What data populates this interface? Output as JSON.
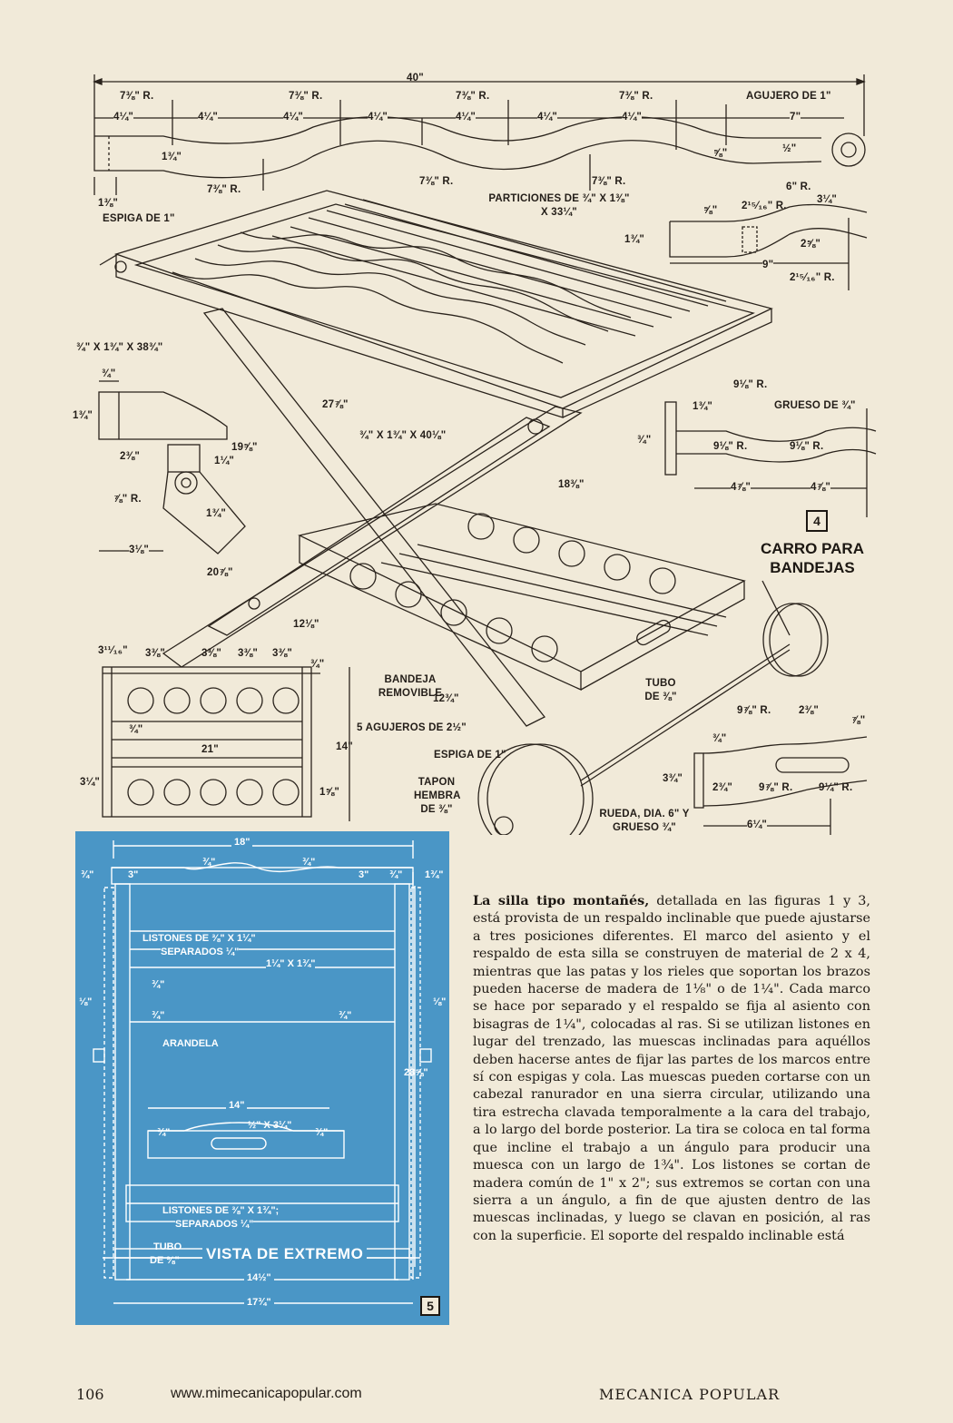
{
  "page": {
    "page_number": "106",
    "website": "www.mimecanicapopular.com",
    "magazine": "MECANICA POPULAR"
  },
  "figure4": {
    "number": "4",
    "title": "CARRO PARA BANDEJAS",
    "top_rail": {
      "overall": "40\"",
      "radius_top": [
        "7⅜\" R.",
        "7⅜\" R.",
        "7⅜\" R.",
        "7⅜\" R."
      ],
      "spacing": [
        "4¼\"",
        "4¼\"",
        "4¼\"",
        "4¼\"",
        "4¼\"",
        "4¼\"",
        "4¼\""
      ],
      "hole": "AGUJERO DE 1\"",
      "end_length": "7\"",
      "height": "1¾\"",
      "end_width": "1⅜\"",
      "radius_bottom": [
        "7⅜\" R.",
        "7⅜\" R.",
        "7⅜\" R."
      ],
      "five_eighths": "⅝\"",
      "half": "½\"",
      "six": "6\" R."
    },
    "end_detail": {
      "a": "⅝\"",
      "b": "2¹⁵⁄₁₆\" R.",
      "c": "3¼\"",
      "d": "1¾\"",
      "e": "2⅝\"",
      "f": "9\"",
      "g": "2¹⁵⁄₁₆\" R."
    },
    "labels": {
      "partitions": "PARTICIONES DE ¾\" X 1⅜\" X 33¼\"",
      "dowel_top": "ESPIGA DE 1\"",
      "leg_a": "¾\" X 1¾\" X 38¾\"",
      "leg_b": "¾\" X 1¾\" X 40⅛\"",
      "d_27": "27⅞\"",
      "d_19": "19⅝\"",
      "d_18": "18⅜\"",
      "d_20": "20⅞\"",
      "d_12a": "12⅛\"",
      "d_12b": "12¾\"",
      "tray": "BANDEJA REMOVIBLE",
      "holes": "5 AGUJEROS DE 2½\"",
      "dowel_bottom": "ESPIGA DE 1\"",
      "tube": "TUBO DE ⅜\"",
      "cap": "TAPON HEMBRA DE ⅜\"",
      "wheel": "RUEDA, DIA. 6\" Y GRUESO ¾\""
    },
    "leg_detail": {
      "a": "¾\"",
      "b": "1¾\"",
      "c": "2⅜\"",
      "d": "1¼\"",
      "e": "⅞\" R.",
      "f": "1¾\"",
      "g": "3⅛\""
    },
    "side_detail": {
      "r1": "9⅛\" R.",
      "thick": "GRUESO DE ¾\"",
      "a": "1¾\"",
      "b": "¾\"",
      "r2": "9⅛\" R.",
      "r3": "9⅛\" R.",
      "c": "4⅞\"",
      "d": "4⅞\""
    },
    "tray_plan": {
      "a": "3¹¹⁄₁₆\"",
      "sp": [
        "3⅜\"",
        "3⅜\"",
        "3⅜\"",
        "3⅜\""
      ],
      "b": "¾\"",
      "c": "¾\"",
      "width": "21\"",
      "depth": "14\"",
      "d": "3¼\"",
      "e": "1⅝\""
    },
    "handle_detail": {
      "r1": "9⅞\" R.",
      "a": "2⅜\"",
      "b": "⅞\"",
      "c": "¾\"",
      "d": "3¾\"",
      "e": "2¾\"",
      "r2": "9⅞\" R.",
      "r3": "9¼\" R.",
      "f": "6¼\""
    }
  },
  "figure5": {
    "number": "5",
    "title": "VISTA DE EXTREMO",
    "labels": {
      "w18": "18\"",
      "a": "¾\"",
      "b": "¾\"",
      "c": "¾\"",
      "d": "3\"",
      "e": "3\"",
      "f": "¾\"",
      "g": "1¾\"",
      "slats_top": "LISTONES DE ⅜\" X 1¼\"",
      "slats_top2": "SEPARADOS ¼\"",
      "frame": "1¼\" X 1¾\"",
      "h": "¾\"",
      "i": "⅛\"",
      "j": "¾\"",
      "k": "¾\"",
      "l": "⅛\"",
      "washer": "ARANDELA",
      "height": "28⅝\"",
      "w14": "14\"",
      "handle": "½\" X 3¼\"",
      "m": "¾\"",
      "n": "¾\"",
      "slats_bottom": "LISTONES DE ⅜\" X 1¾\";",
      "slats_bottom2": "SEPARADOS ¼\"",
      "tube": "TUBO",
      "tube2": "DE ⅜\"",
      "w14b": "14½\"",
      "w17": "17¾\""
    }
  },
  "article": {
    "lead": "La silla tipo montañés,",
    "text": " detallada en las figuras 1 y 3, está provista de un respaldo inclinable que puede ajustarse a tres posiciones diferentes. El marco del asiento y el respaldo de esta silla se construyen de material de 2 x 4, mientras que las patas y los rieles que soportan los brazos pueden hacerse de madera de 1⅛\" o de 1¼\". Cada marco se hace por separado y el respaldo se fija al asiento con bisagras de 1¼\", colocadas al ras. Si se utilizan listones en lugar del trenzado, las muescas inclinadas para aquéllos deben hacerse antes de fijar las partes de los marcos entre sí con espigas y cola. Las muescas pueden cortarse con un cabezal ranurador en una sierra circular, utilizando una tira estrecha clavada temporalmente a la cara del trabajo, a lo largo del borde posterior. La tira se coloca en tal forma que incline el trabajo a un ángulo para producir una muesca con un largo de 1¾\". Los listones se cortan de madera común de 1\" x 2\"; sus extremos se cortan con una sierra a un ángulo, a fin de que ajusten dentro de las muescas inclinadas, y luego se clavan en posición, al ras con la superficie. El soporte del respaldo inclinable está"
  }
}
